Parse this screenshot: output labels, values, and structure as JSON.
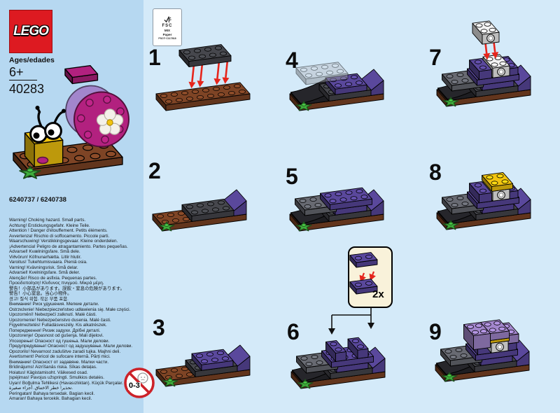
{
  "sidebar": {
    "logo_text": "LEGO",
    "ages_label": "Ages/edades",
    "age": "6+",
    "set_number": "40283",
    "item_numbers": "6240737 / 6240738",
    "age_warning_icon": "0-3",
    "warnings": [
      "Warning! Choking hazard. Small parts.",
      "Achtung! Erstickungsgefahr. Kleine Teile.",
      "Attention ! Danger d'étouffement. Petits éléments.",
      "Avvertenza! Rischio di soffocamento. Piccole parti.",
      "Waarschuwing! Verstikkingsgevaar. Kleine onderdelen.",
      "¡Advertencia! Peligro de atragantamiento. Partes pequeñas.",
      "Advarsel! Kvælningsfare. Små dele.",
      "Viðvörun! Köfnunarhætta. Litlir hlutir.",
      "Varoitus! Tukehtumisvaara. Pieniä osia.",
      "Varning! Kvävningsrisk. Små delar.",
      "Advarsel! Kvelningsfare. Små deler.",
      "Atenção! Risco de asfixia. Pequenas partes.",
      "Προειδοποίηση! Κίνδυνος πνιγμού. Μικρά μέρη.",
      "警告！小部品があります。誤飲・窒息の危険があります。",
      "警告！小心窒息。当心小物件。",
      "경고! 질식 위험. 작은 부품 포함.",
      "Внимание! Риск удушения. Мелкие детали.",
      "Ostrzeżenie! Niebezpieczeństwo udławienia się. Małe części.",
      "Upozornění! Nebezpečí zalknutí. Malé části.",
      "Upozornenie! Nebezpečenstvo dusenia. Malé časti.",
      "Figyelmeztetés! Fulladásveszély. Kis alkatrészek.",
      "Попередження! Ризик задухи. Дрібні деталі.",
      "Upozorenje! Opasnost od gušenja. Mali dijelovi.",
      "Упозорење! Опасност од гушења. Мали делови.",
      "Предупредување! Опасност од задушување. Мали делови.",
      "Opozorilo! Nevarnost zadušitve zaradi tujka. Majhni deli.",
      "Avertisment! Pericol de sufocare internă. Părți mici.",
      "Внимание! Опасност от задавяне. Малки части.",
      "Brīdinājums! Aizrīšanās riska. Sīkas detaļas.",
      "Hoiatus! Kägistamisoht. Väikesed osad.",
      "Įspėjimas! Pavojus užspringti. Smulkios detalės.",
      "Uyarı! Boğulma Tehlikesi (Havasızlıktan). Küçük Parçalar.",
      "تحذير! خطر الاختناق. أجزاء صغيرة.",
      "Peringatan! Bahaya tersedak. Bagian kecil.",
      "Amaran! Bahaya tercekik. Bahagian kecil."
    ]
  },
  "fsc": {
    "icon": "fsc-tree-check-icon",
    "name": "FSC",
    "mix": "MIX",
    "material": "Paper",
    "cert": "FSC® C117818"
  },
  "steps": [
    {
      "number": "1"
    },
    {
      "number": "2"
    },
    {
      "number": "3"
    },
    {
      "number": "4"
    },
    {
      "number": "5"
    },
    {
      "number": "6",
      "callout_count": "2x"
    },
    {
      "number": "7"
    },
    {
      "number": "8"
    },
    {
      "number": "9"
    }
  ],
  "colors": {
    "sidebar_bg": "#b6d8f1",
    "main_bg": "#d4eaf9",
    "lego_red": "#dd1a21",
    "brown": "#7e4425",
    "dark_gray": "#46474d",
    "mid_gray": "#686a72",
    "ghost_gray": "#b9bec7",
    "purple": "#5a489c",
    "lavender": "#a286cc",
    "magenta": "#b2217f",
    "yellow": "#f2c40f",
    "white_piece": "#f2f2f2",
    "green": "#3fae3c",
    "black_piece": "#26262b",
    "arrow_red": "#e6251c",
    "callout_bg": "#f9f2da",
    "warning_red": "#cc2229"
  }
}
